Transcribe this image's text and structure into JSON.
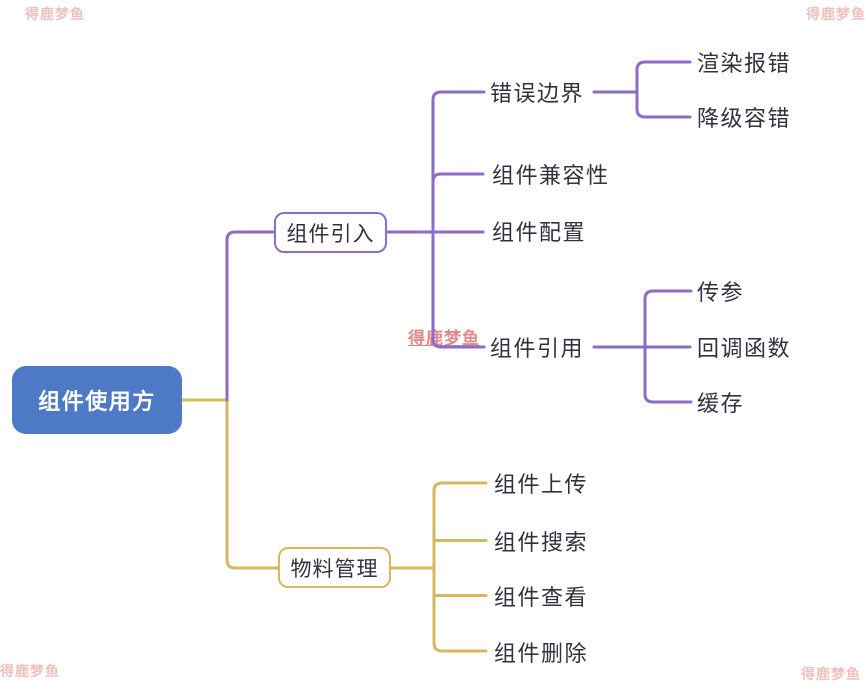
{
  "watermark": {
    "text": "得鹿梦鱼"
  },
  "colors": {
    "root_fill": "#4d79c5",
    "root_text": "#ffffff",
    "branch_purple": "#8c6cc9",
    "branch_gold": "#d6b95c",
    "topic_text": "#2f333d",
    "watermark_corner": "#f2bfbf",
    "watermark_center": "#dc7575"
  },
  "mindmap": {
    "root": {
      "label": "组件使用方"
    },
    "branches": [
      {
        "label": "组件引入",
        "children": [
          {
            "label": "错误边界",
            "children": [
              {
                "label": "渲染报错"
              },
              {
                "label": "降级容错"
              }
            ]
          },
          {
            "label": "组件兼容性",
            "children": []
          },
          {
            "label": "组件配置",
            "children": []
          },
          {
            "label": "组件引用",
            "children": [
              {
                "label": "传参"
              },
              {
                "label": "回调函数"
              },
              {
                "label": "缓存"
              }
            ]
          }
        ]
      },
      {
        "label": "物料管理",
        "children": [
          {
            "label": "组件上传",
            "children": []
          },
          {
            "label": "组件搜索",
            "children": []
          },
          {
            "label": "组件查看",
            "children": []
          },
          {
            "label": "组件删除",
            "children": []
          }
        ]
      }
    ]
  }
}
